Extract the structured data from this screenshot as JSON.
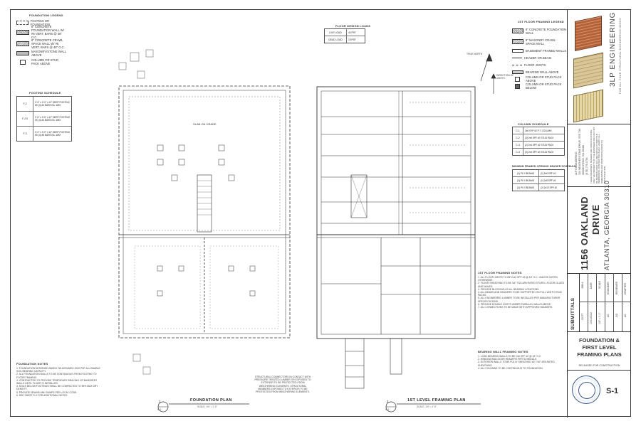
{
  "sheet": {
    "foundation_legend_title": "FOUNDATION LEGEND",
    "foundation_legend": [
      "FOOTING OR FOUNDATION",
      "8\" CONCRETE FOUNDATION WALL W/ #5 VERT. BARS @ 48\" O.C.",
      "8\" CONCRETE CRAWL SPACE WALL W/ #5 VERT. BARS @ 48\" O.C.",
      "MASONRY/STONE WALL ABOVE",
      "COLUMN OR STUD PACK ABOVE"
    ],
    "footing_schedule_title": "FOOTING SCHEDULE",
    "footing_schedule": [
      {
        "mark": "F-2",
        "desc": "2'-0\" x 2'-0\" x 12\" DEEP FOOTING W/ (3) #4 BARS EA. WAY"
      },
      {
        "mark": "F-2.5",
        "desc": "2'-6\" x 2'-6\" x 12\" DEEP FOOTING W/ (4) #4 BARS EA. WAY"
      },
      {
        "mark": "F-3",
        "desc": "3'-0\" x 3'-0\" x 12\" DEEP FOOTING W/ (4) #5 BARS EA. WAY"
      }
    ],
    "foundation_notes_title": "FOUNDATION NOTES",
    "foundation_notes": [
      "1. FOUNDATION DESIGNED BASED ON ASSUMED 2000 PSF ALLOWABLE SOIL BEARING CAPACITY.",
      "2. ALL FOUNDATION WALLS TO BE CONTINUOUS FROM FOOTING TO FLOOR FRAMING.",
      "3. CONTRACTOR TO PROVIDE TEMPORARY BRACING OF BASEMENT WALLS UNTIL FLOOR IS INSTALLED.",
      "4. SOILS BELOW FOOTINGS SHALL BE COMPACTED TO 95% MAX DRY DENSITY.",
      "5. PROVIDE DRAINS AND SUMPS PER LOCAL CODE.",
      "6. SEE SHEET S-X FOR ADDITIONAL NOTES."
    ],
    "slab_label": "SLAB ON GRADE",
    "foundation_plan": {
      "number": "1",
      "sheet_ref": "S-1",
      "title": "FOUNDATION PLAN",
      "scale": "SCALE: 1/4\" = 1'-0\""
    },
    "framing_plan": {
      "number": "2",
      "sheet_ref": "S-1",
      "title": "1ST LEVEL FRAMING PLAN",
      "scale": "SCALE: 1/4\" = 1'-0\""
    },
    "center_note": "STRUCTURAL CONNECTORS IN CONTACT WITH PRESSURE TREATED LUMBER OR EXPOSED TO EXTERIOR TO BE PROTECTED FROM WEATHERING ELEMENTS. STRUCTURAL MEMBERS EXPOSED TO EXTERIOR TO BE PROTECTED FROM WEATHERING ELEMENTS.",
    "floor_design_loads_title": "FLOOR DESIGN LOADS",
    "floor_design_loads": [
      {
        "label": "LIVE LOAD",
        "value": "40 PSF"
      },
      {
        "label": "DEAD LOAD",
        "value": "15 PSF"
      }
    ],
    "floor_framing_legend_title": "1ST FLOOR FRAMING LEGEND",
    "floor_framing_legend": [
      "8\" CONCRETE FOUNDATION WALL",
      "8\" MASONRY CRAWL SPACE WALL",
      "BASEMENT FRAMED WALLS",
      "HEADER OR BEAM",
      "FLOOR JOISTS",
      "BEARING WALL ABOVE",
      "COLUMN OR STUD PACK ABOVE",
      "COLUMN OR STUD PACK BELOW"
    ],
    "column_schedule_title": "COLUMN SCHEDULE",
    "column_schedule": [
      {
        "mark": "C-1",
        "desc": "3x6 SYP #2 P.T. COLUMN"
      },
      {
        "mark": "C-2",
        "desc": "(3) 2x6 SPF #2 STUD PACK"
      },
      {
        "mark": "C-3",
        "desc": "(2) 2x4 SPF #2 STUD PACK"
      },
      {
        "mark": "C-4",
        "desc": "(3) 2x4 SPF #2 STUD PACK"
      }
    ],
    "header_schedule_title": "MINIMUM FRAMED OPENING HEADER SCHEDULE",
    "header_schedule": [
      {
        "a": "(2) PLY BEAMS",
        "b": "(2) 2x6 SPF #2"
      },
      {
        "a": "(2) PLY BEAMS",
        "b": "(2) 2x8 SPF #2"
      },
      {
        "a": "(2) PLY BEAMS",
        "b": "(2) 2x10 SPF #2"
      }
    ],
    "framing_notes_title": "1ST FLOOR FRAMING NOTES",
    "framing_notes": [
      "1. ALL FLOOR JOISTS TO BE 2x10 SPF #2 @ 16\" O.C. UNLESS NOTED OTHERWISE.",
      "2. FLOOR SHEATHING TO BE 3/4\" T&G APA RATED STURD-I-FLOOR GLUED AND NAILED.",
      "3. PROVIDE BLOCKING AT ALL BEARING LOCATIONS.",
      "4. ALL BEAMS AND HEADERS TO BE SUPPORTED ON FULL WIDTH STUD PACKS.",
      "5. ALL ENGINEERED LUMBER TO BE INSTALLED PER MANUFACTURER SPECIFICATIONS.",
      "6. PROVIDE DOUBLE JOISTS UNDER PARALLEL WALLS ABOVE.",
      "7. ALL CONNECTIONS TO BE MADE WITH APPROVED HANGERS."
    ],
    "bearing_notes_title": "BEARING WALL FRAMING NOTES",
    "bearing_notes": [
      "1. LOAD BEARING WALLS TO BE 2x6 SPF #2 @ 16\" O.C.",
      "2. WINDOW AND DOOR HEADERS PER SCHEDULE.",
      "3. EXTERIOR WALLS TO BE FULLY SHEATHED W/ 7/16\" APA RATED SHEATHING.",
      "4. ALL COLUMNS TO BE CONTINUOUS TO FOUNDATION."
    ],
    "north_label": "TRUE NORTH",
    "joist_direction": "DIRECTION OF JOISTS"
  },
  "title_block": {
    "firm": "3LP ENGINEERING",
    "firm_sub": "FOR ALL YOUR STRUCTURAL ENGINEERING NEEDS",
    "address_lines": [
      "3LP ENGINEERING",
      "103 WEATHERSTONE DRIVE, STE 730",
      "WOODSTOCK, GA 30188",
      "(678) 779-4794"
    ],
    "disclaimer": "THESE DRAWINGS, DESIGNS AND SPECIFICATIONS ARE THE PROPERTY OF THE ENGINEER AND MAY NOT BE REPRODUCED OR USED WITHOUT WRITTEN PERMISSION. CONTRACTOR SHALL VERIFY ALL DIMENSIONS AND CONDITIONS PRIOR TO CONSTRUCTION.",
    "project_line1": "1156 OAKLAND",
    "project_line2": "DRIVE",
    "project_line3": "ATLANTA, GEORGIA 30310",
    "submittals": "SUBMITTALS",
    "job_no_label": "JOB #",
    "job_no": "22077",
    "date_label": "DATE",
    "date": "10/10/2022",
    "scale_label": "SCALE",
    "scale": "1/4\" = 1'-0\"",
    "engineer_label": "ENGINEER",
    "engineer": "AS",
    "reviewer_label": "REVIEWER",
    "reviewer": "GG",
    "drafter_label": "DRAFTER",
    "drafter": "AS",
    "sheet_title_1": "FOUNDATION &",
    "sheet_title_2": "FIRST LEVEL",
    "sheet_title_3": "FRAMING PLANS",
    "released": "RELEASED FOR CONSTRUCTION",
    "sheet_number": "S-1"
  }
}
